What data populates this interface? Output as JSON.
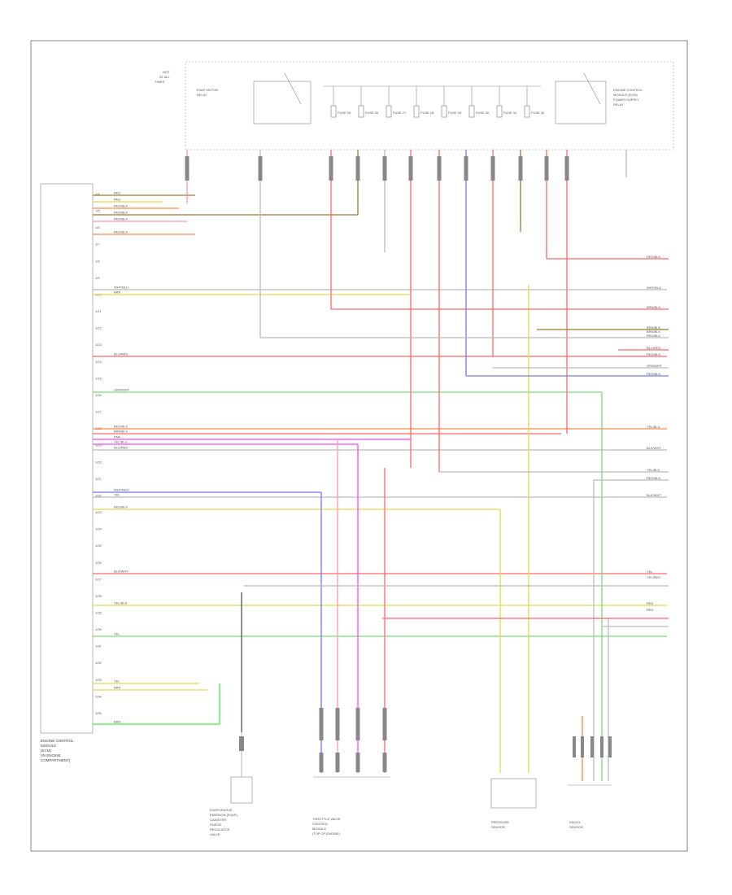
{
  "diagram": {
    "footer_code": "",
    "ecm_label_lines": [
      "ENGINE CONTROL",
      "MODULE",
      "(ECM)",
      "(IN ENGINE",
      "COMPARTMENT)"
    ],
    "relay_a_label": [
      "EVAP MOTOR",
      "RELAY"
    ],
    "relay_b_label": [
      "ENGINE CONTROL",
      "MODULE (ECM)",
      "POWER SUPPLY",
      "RELAY"
    ],
    "fuse_block_label": [
      "HOT",
      "AT ALL",
      "TIMES"
    ],
    "fuse_labels": [
      "FUSE 25",
      "FUSE 26",
      "FUSE 27",
      "FUSE 28",
      "FUSE 29",
      "FUSE 30",
      "FUSE 31",
      "FUSE 32"
    ],
    "component_labels": {
      "evap": [
        "EVAPORATIVE",
        "EMISSION (EVAP)",
        "CANISTER",
        "PURGE",
        "REGULATOR",
        "VALVE"
      ],
      "throttle": [
        "THROTTLE VALVE",
        "CONTROL",
        "MODULE",
        "(TOP OF ENGINE)"
      ],
      "pressure": [
        "PRESSURE",
        "SENSOR"
      ],
      "knock": [
        "KNOCK",
        "SENSOR"
      ]
    },
    "pin_labels": [
      "1/4",
      "1/5",
      "1/6",
      "1/7",
      "1/8",
      "1/9",
      "1/10",
      "1/11",
      "1/12",
      "1/13",
      "1/14",
      "1/15",
      "1/16",
      "1/17",
      "1/18",
      "1/19",
      "1/20",
      "1/21",
      "1/22",
      "1/23",
      "1/24",
      "1/25",
      "1/26",
      "1/27",
      "1/28",
      "1/29",
      "1/30",
      "1/31",
      "1/32",
      "1/33",
      "1/34",
      "1/35"
    ],
    "wire_labels_left": [
      "RED",
      "RED",
      "RED/BLK",
      "RED/BLK",
      "RED/BLK",
      "RED/BLK",
      "WHT/BLU",
      "BRN",
      "BLU/RED",
      "GRN/WHT",
      "RED/BLK",
      "BRN/BLK",
      "PNK",
      "YEL/BLU",
      "BLU/RED",
      "WHT/RED",
      "YEL",
      "RED/BLK",
      "BLK/WHT",
      "YEL/BLK",
      "YEL",
      "YEL",
      "BRN",
      "BRN"
    ],
    "wire_labels_right": [
      "RED/BLK",
      "WHT/BLU",
      "BRN/BLK",
      "BRN/BLK",
      "BRN/BLK",
      "RED/BLK",
      "BLU/RED",
      "RED/BLK",
      "GRN/WHT",
      "RED/BLK",
      "YEL/BLU",
      "BLK/WHT",
      "YEL/BLK",
      "RED/BLK",
      "BLK/WHT",
      "YEL",
      "YEL/RED",
      "RED",
      "RED"
    ],
    "colors": {
      "red": "#ff6666",
      "pink": "#ff99aa",
      "brown": "#a07830",
      "yellow": "#e8d84a",
      "green": "#77dd77",
      "bright_green": "#44ee44",
      "blue": "#7777ee",
      "magenta": "#ff44ff",
      "orange": "#ff8844",
      "grey": "#bbbbbb",
      "dark": "#555555"
    }
  }
}
